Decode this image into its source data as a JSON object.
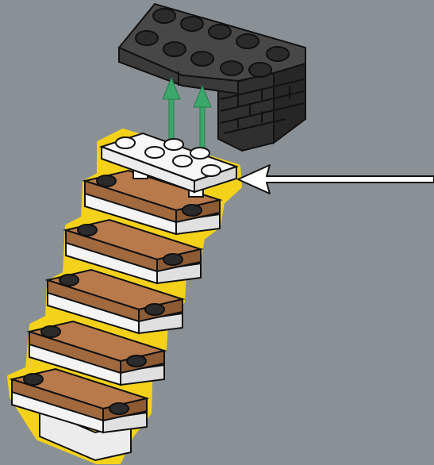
{
  "scene": {
    "background": "#8a9196",
    "description_free": true
  },
  "colors": {
    "dark_brick": "#3a3a3a",
    "dark_brick_top": "#4a4a4a",
    "brown_plate": "#a0693e",
    "brown_plate_top": "#b87a4a",
    "white_plate": "#f2f2f2",
    "highlight": "#f5d21a",
    "arrow_green": "#3aa86b",
    "arrow_white": "#ffffff",
    "outline": "#111111"
  },
  "steps": {
    "step_count": 6,
    "top_plate_color": "white",
    "lower_plate_color": "brown"
  },
  "icons": {
    "up_arrows": "arrow-up-icon",
    "pointer_arrow": "arrow-left-icon"
  }
}
